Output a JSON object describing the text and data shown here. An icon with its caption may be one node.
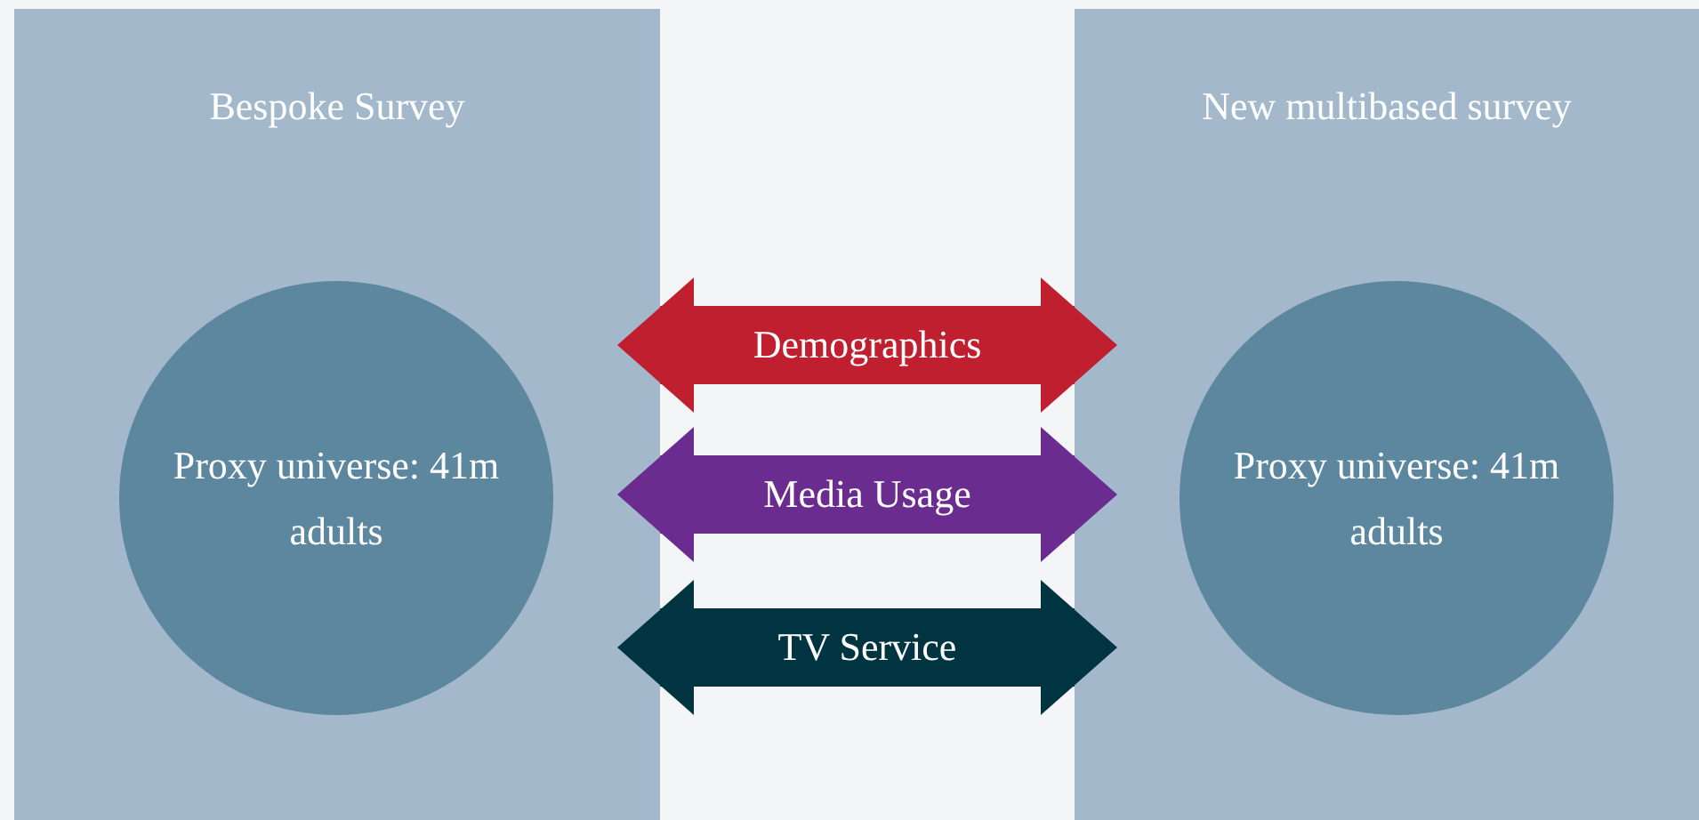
{
  "diagram": {
    "nodes": [
      {
        "text": [
          "Bespoke Survey"
        ]
      },
      {
        "text": [
          "Proxy universe: 41m adults"
        ],
        "in": 0
      },
      {
        "text": [
          "New multibased survey"
        ]
      },
      {
        "text": [
          "Proxy universe: 41m adults"
        ],
        "in": 2
      }
    ],
    "edges": [
      {
        "from": 0,
        "to": 2,
        "arrow": "both",
        "label": "Demographics",
        "color": "#c01f2f"
      },
      {
        "from": 0,
        "to": 2,
        "arrow": "both",
        "label": "Media Usage",
        "color": "#6a2d8f"
      },
      {
        "from": 0,
        "to": 2,
        "arrow": "both",
        "label": "TV Service",
        "color": "#013441"
      }
    ]
  }
}
